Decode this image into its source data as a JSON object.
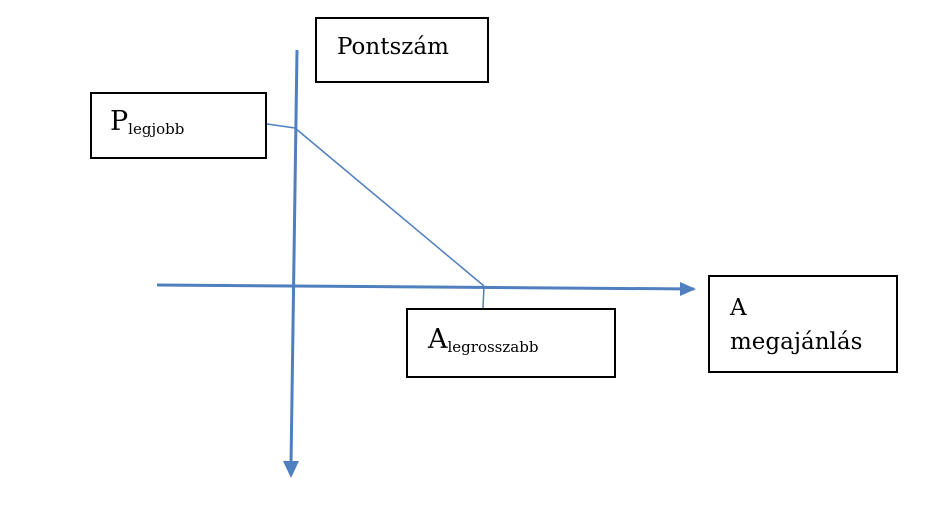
{
  "diagram": {
    "y_axis_label": "Pontszám",
    "x_axis_label_line1": "A",
    "x_axis_label_line2": "megajánlás",
    "best_point": {
      "main": "P",
      "subscript": "legjobb"
    },
    "worst_point": {
      "main": "A",
      "subscript": "legrosszabb"
    },
    "colors": {
      "axis": "#4f7fbf",
      "curve": "#4f7fbf",
      "box_border": "#000000"
    }
  }
}
